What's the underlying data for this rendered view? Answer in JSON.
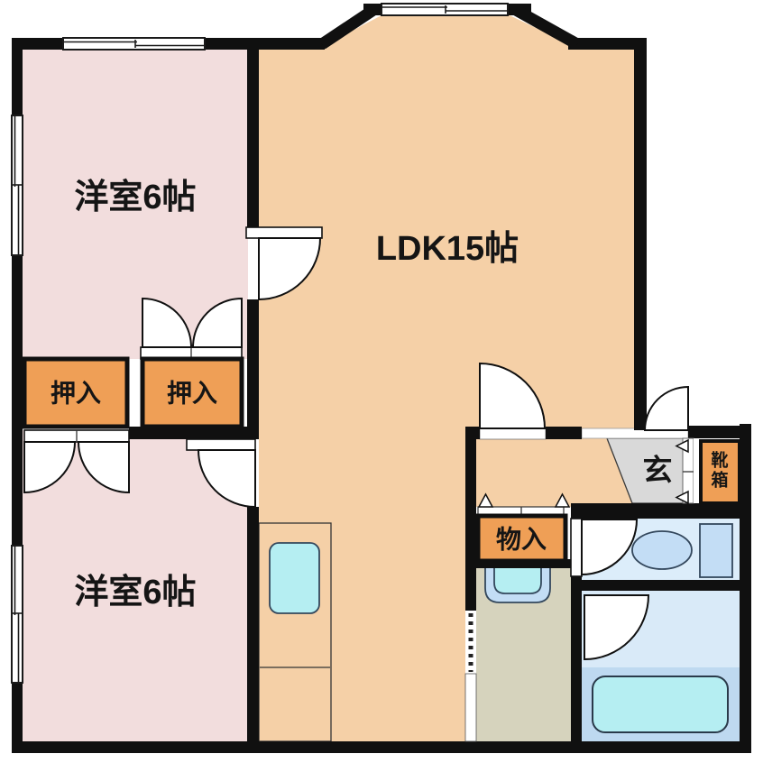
{
  "labels": {
    "bedroom_top": "洋室6帖",
    "ldk": "LDK15帖",
    "bedroom_bottom": "洋室6帖",
    "closet_left": "押入",
    "closet_right": "押入",
    "storage": "物入",
    "entrance": "玄",
    "shoe_cabinet_char_1": "靴",
    "shoe_cabinet_char_2": "箱"
  },
  "colors": {
    "wall": "#101010",
    "bedroom_floor": "#f2dddd",
    "ldk_floor": "#f5d0a7",
    "closet_fill": "#ef9f56",
    "entrance_floor": "#d9d9d9",
    "washroom_floor": "#d6d3bd",
    "toilet_floor": "#dcedfa",
    "bathroom_floor": "#d9eaf8",
    "bathroom_lower_floor": "#bed9f0",
    "fixture_blue": "#c3ddf5",
    "water_cyan": "#b5eef2",
    "kitchen_counter": "#c6def6"
  }
}
